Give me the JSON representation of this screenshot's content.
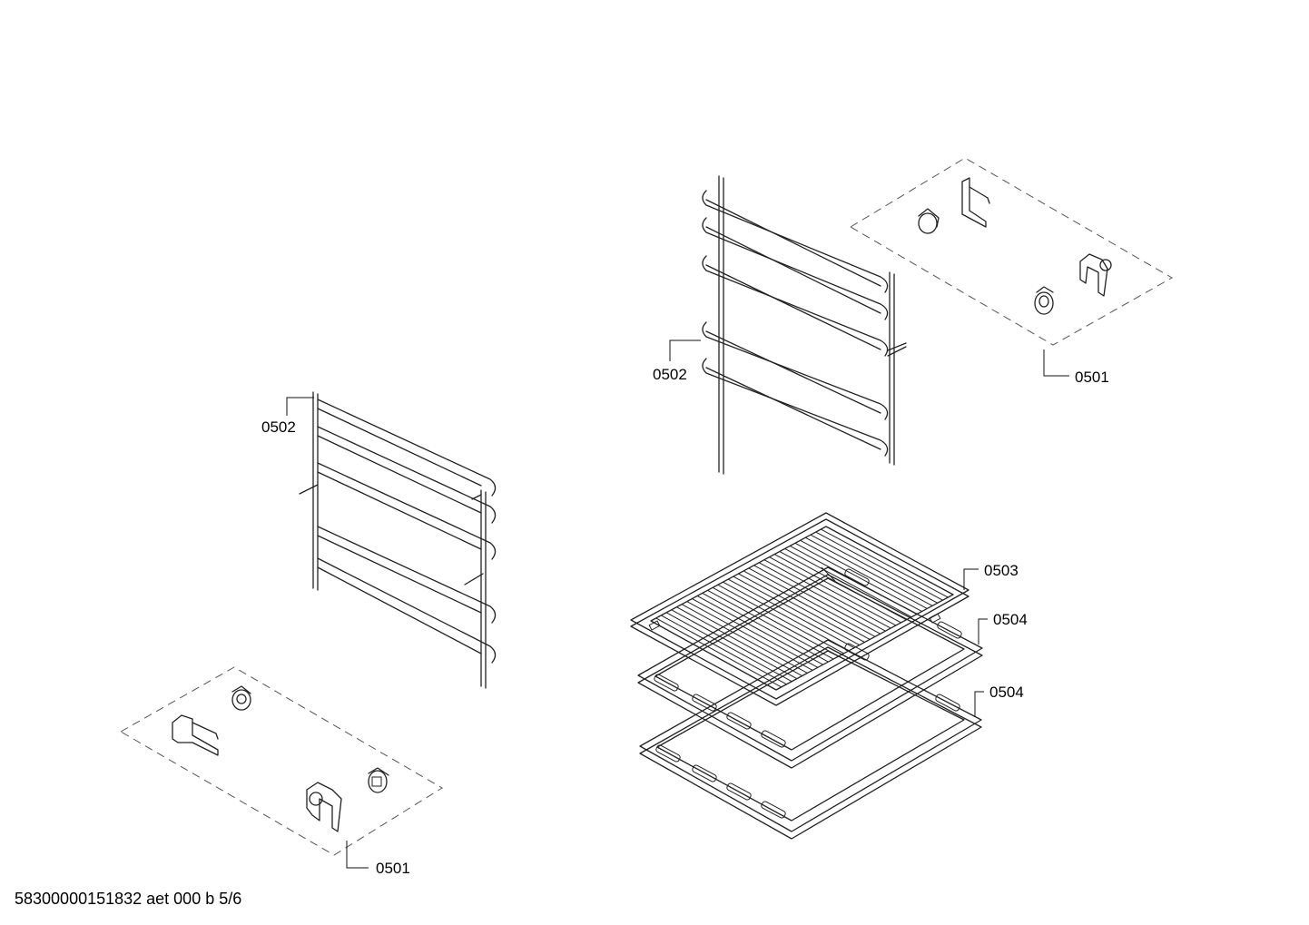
{
  "document_id": "58300000151832 aet 000 b 5/6",
  "labels": {
    "l0502_right": "0502",
    "l0501_right": "0501",
    "l0502_left": "0502",
    "l0501_left": "0501",
    "l0503": "0503",
    "l0504_top": "0504",
    "l0504_bottom": "0504"
  }
}
